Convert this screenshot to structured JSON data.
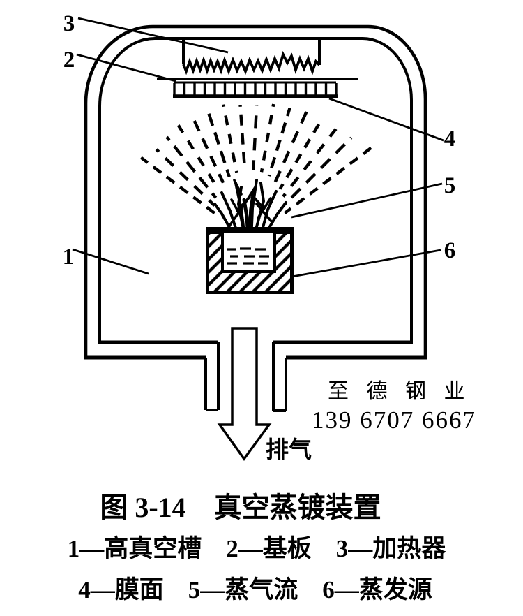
{
  "figure": {
    "caption": "图 3-14　真空蒸镀装置",
    "exhaust_label": "排气",
    "part_labels": [
      "1",
      "2",
      "3",
      "4",
      "5",
      "6"
    ],
    "legend": {
      "line1": "1—高真空槽　2—基板　3—加热器",
      "line2": "4—膜面　5—蒸气流　6—蒸发源",
      "items": [
        {
          "num": "1",
          "name": "高真空槽"
        },
        {
          "num": "2",
          "name": "基板"
        },
        {
          "num": "3",
          "name": "加热器"
        },
        {
          "num": "4",
          "name": "膜面"
        },
        {
          "num": "5",
          "name": "蒸气流"
        },
        {
          "num": "6",
          "name": "蒸发源"
        }
      ]
    }
  },
  "watermark": {
    "company": "至 德 钢 业",
    "phone": "139 6707 6667",
    "color": "#c4cfef"
  },
  "colors": {
    "ink": "#000000",
    "background": "#ffffff"
  }
}
